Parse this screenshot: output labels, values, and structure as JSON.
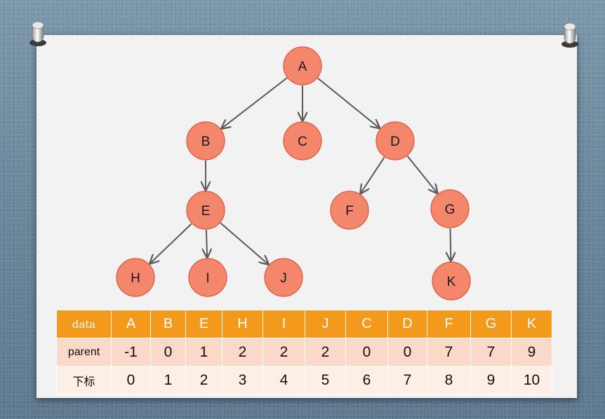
{
  "colors": {
    "node_fill": "#f4866b",
    "table_header": "#f39a1d",
    "row_parent": "#fbd9c8",
    "row_index": "#fdeee6"
  },
  "tree": {
    "nodes": [
      "A",
      "B",
      "C",
      "D",
      "E",
      "F",
      "G",
      "H",
      "I",
      "J",
      "K"
    ],
    "edges": [
      [
        "A",
        "B"
      ],
      [
        "A",
        "C"
      ],
      [
        "A",
        "D"
      ],
      [
        "B",
        "E"
      ],
      [
        "D",
        "F"
      ],
      [
        "D",
        "G"
      ],
      [
        "E",
        "H"
      ],
      [
        "E",
        "I"
      ],
      [
        "E",
        "J"
      ],
      [
        "G",
        "K"
      ]
    ]
  },
  "table": {
    "header_label": "data",
    "parent_label": "parent",
    "index_label": "下标",
    "data": [
      "A",
      "B",
      "E",
      "H",
      "I",
      "J",
      "C",
      "D",
      "F",
      "G",
      "K"
    ],
    "parent": [
      "-1",
      "0",
      "1",
      "2",
      "2",
      "2",
      "0",
      "0",
      "7",
      "7",
      "9"
    ],
    "index": [
      "0",
      "1",
      "2",
      "3",
      "4",
      "5",
      "6",
      "7",
      "8",
      "9",
      "10"
    ]
  }
}
